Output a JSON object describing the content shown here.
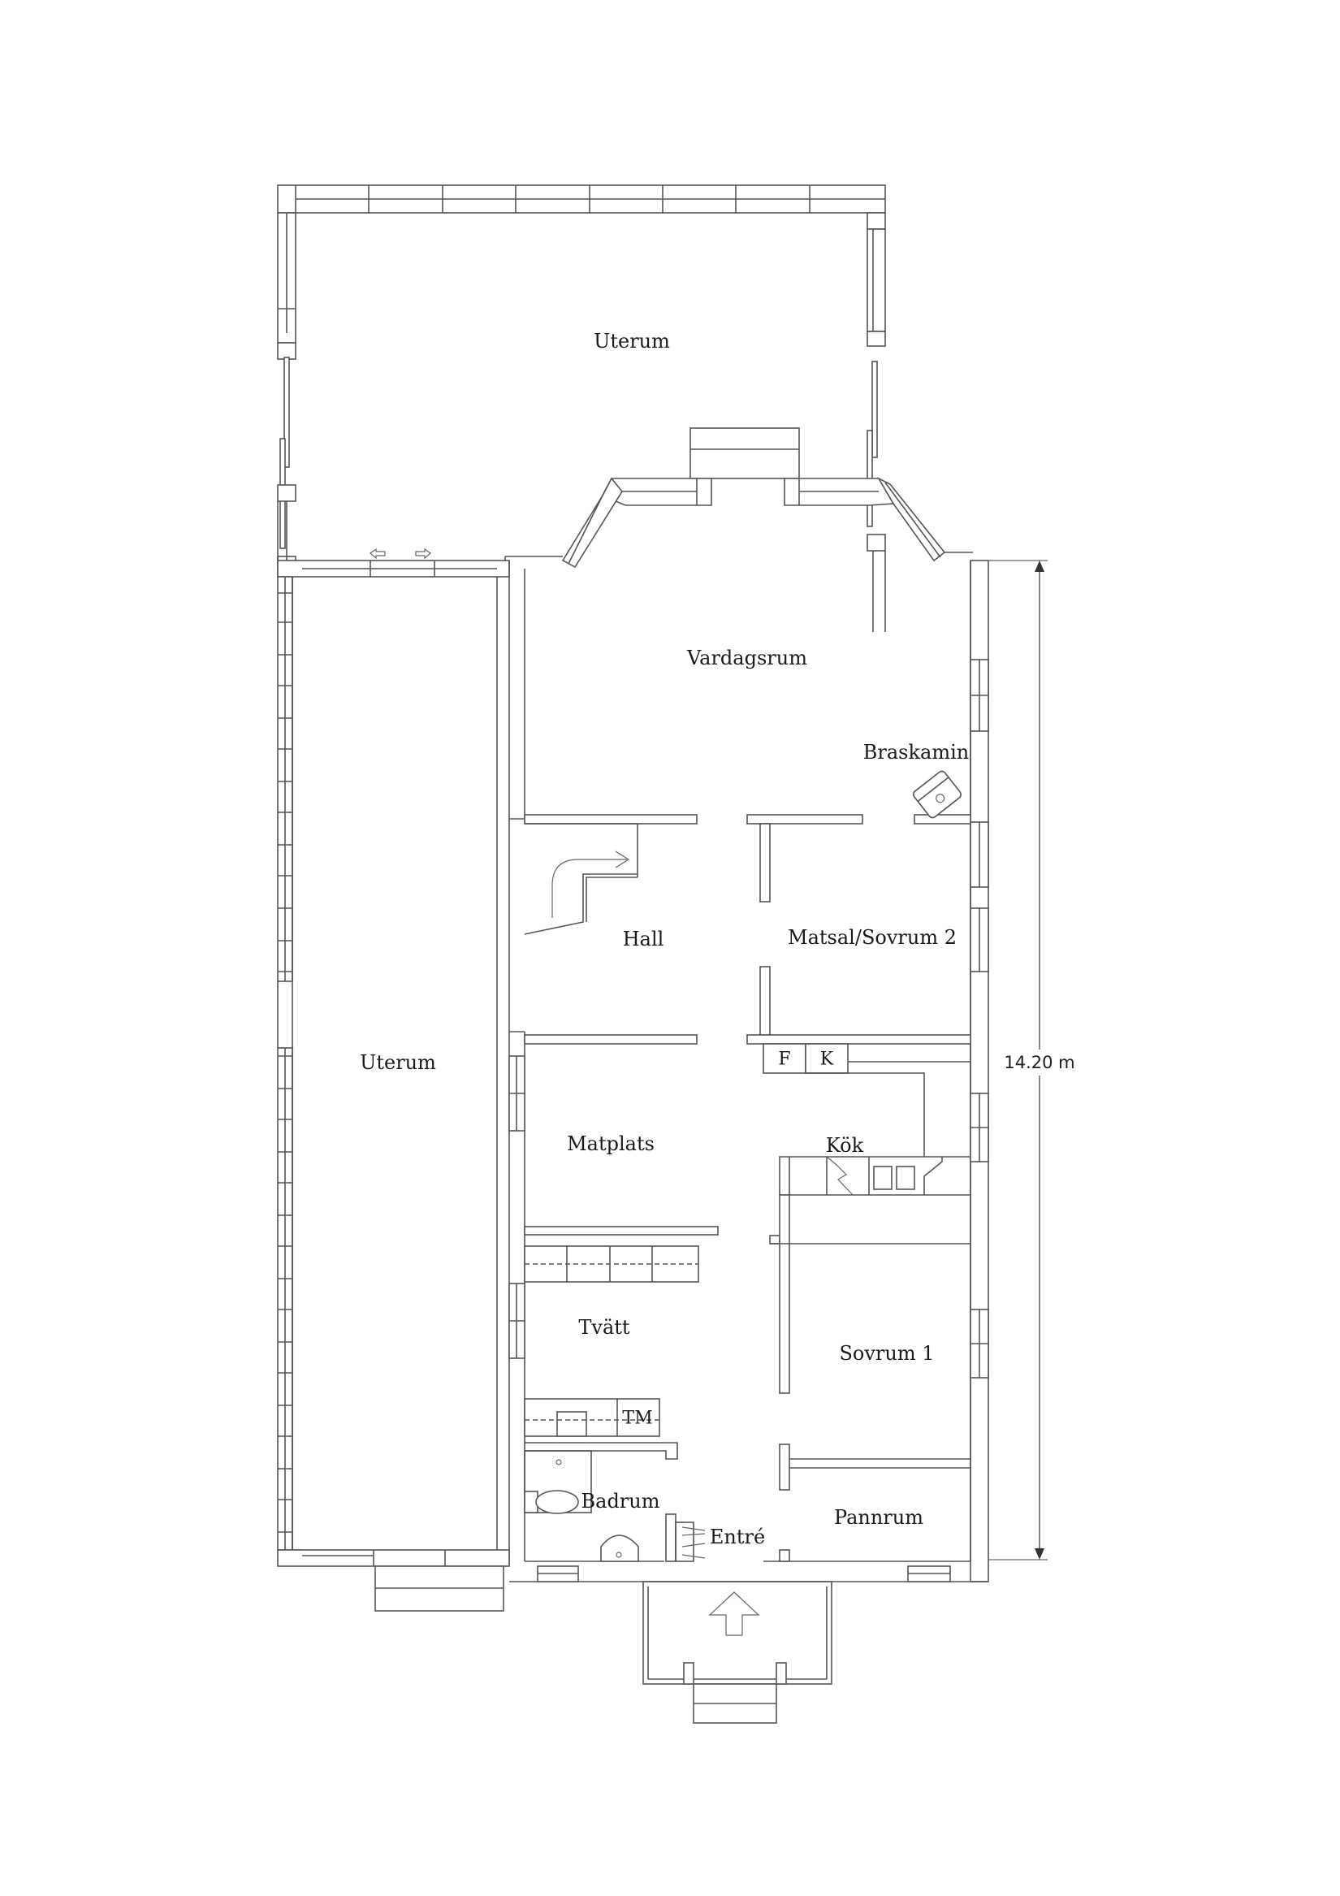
{
  "plan": {
    "rooms": {
      "uterum_top": "Uterum",
      "uterum_left": "Uterum",
      "vardagsrum": "Vardagsrum",
      "braskamin": "Braskamin",
      "hall": "Hall",
      "matsal_sovrum2": "Matsal/Sovrum 2",
      "matplats": "Matplats",
      "kok": "Kök",
      "tvatt": "Tvätt",
      "sovrum1": "Sovrum 1",
      "badrum": "Badrum",
      "entre": "Entré",
      "pannrum": "Pannrum"
    },
    "appliances": {
      "fridge": "F",
      "freezer": "K",
      "washing_machine": "TM"
    },
    "dimension": {
      "height_label": "14.20 m"
    },
    "colors": {
      "line": "#555555",
      "text": "#1a1a1a",
      "background": "#ffffff"
    }
  }
}
